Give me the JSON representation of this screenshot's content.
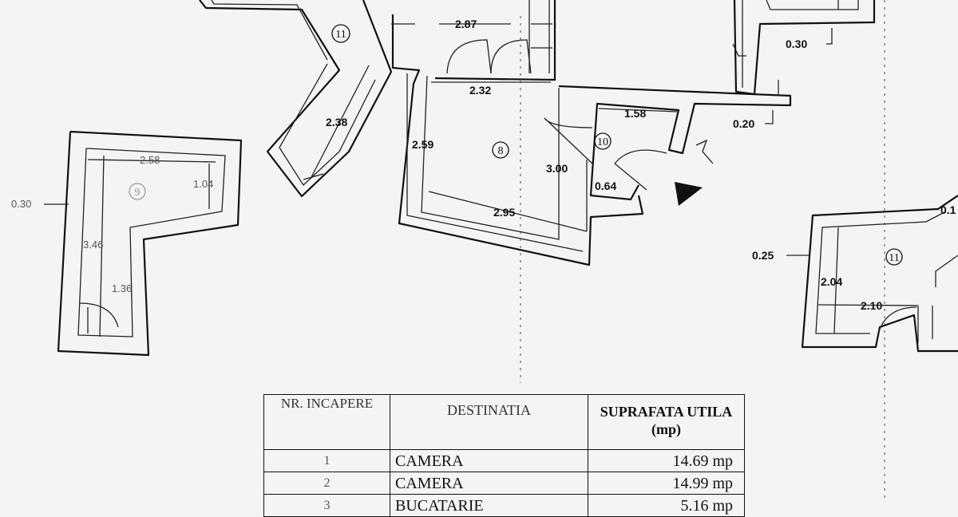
{
  "plan": {
    "rooms": [
      {
        "number": "11"
      },
      {
        "number": "8"
      },
      {
        "number": "10"
      },
      {
        "number": "9"
      },
      {
        "number": "11"
      }
    ],
    "dimensions": {
      "d_287": "2.87",
      "d_232": "2.32",
      "d_238": "2.38",
      "d_259": "2.59",
      "d_300": "3.00",
      "d_295": "2.95",
      "d_158": "1.58",
      "d_064": "0.64",
      "d_030_top": "0.30",
      "d_020": "0.20",
      "d_258": "2.58",
      "d_104": "1.04",
      "d_030_left": "0.30",
      "d_346": "3.46",
      "d_136": "1.36",
      "d_025": "0.25",
      "d_204": "2.04",
      "d_210": "2.10",
      "d_01_right": "0.1"
    }
  },
  "table": {
    "headers": {
      "nr": "NR. INCAPERE",
      "destination": "DESTINATIA",
      "area": "SUPRAFATA UTILA (mp)"
    },
    "rows": [
      {
        "nr": "1",
        "destination": "CAMERA",
        "area": "14.69 mp"
      },
      {
        "nr": "2",
        "destination": "CAMERA",
        "area": "14.99 mp"
      },
      {
        "nr": "3",
        "destination": "BUCATARIE",
        "area": "5.16 mp"
      }
    ]
  }
}
